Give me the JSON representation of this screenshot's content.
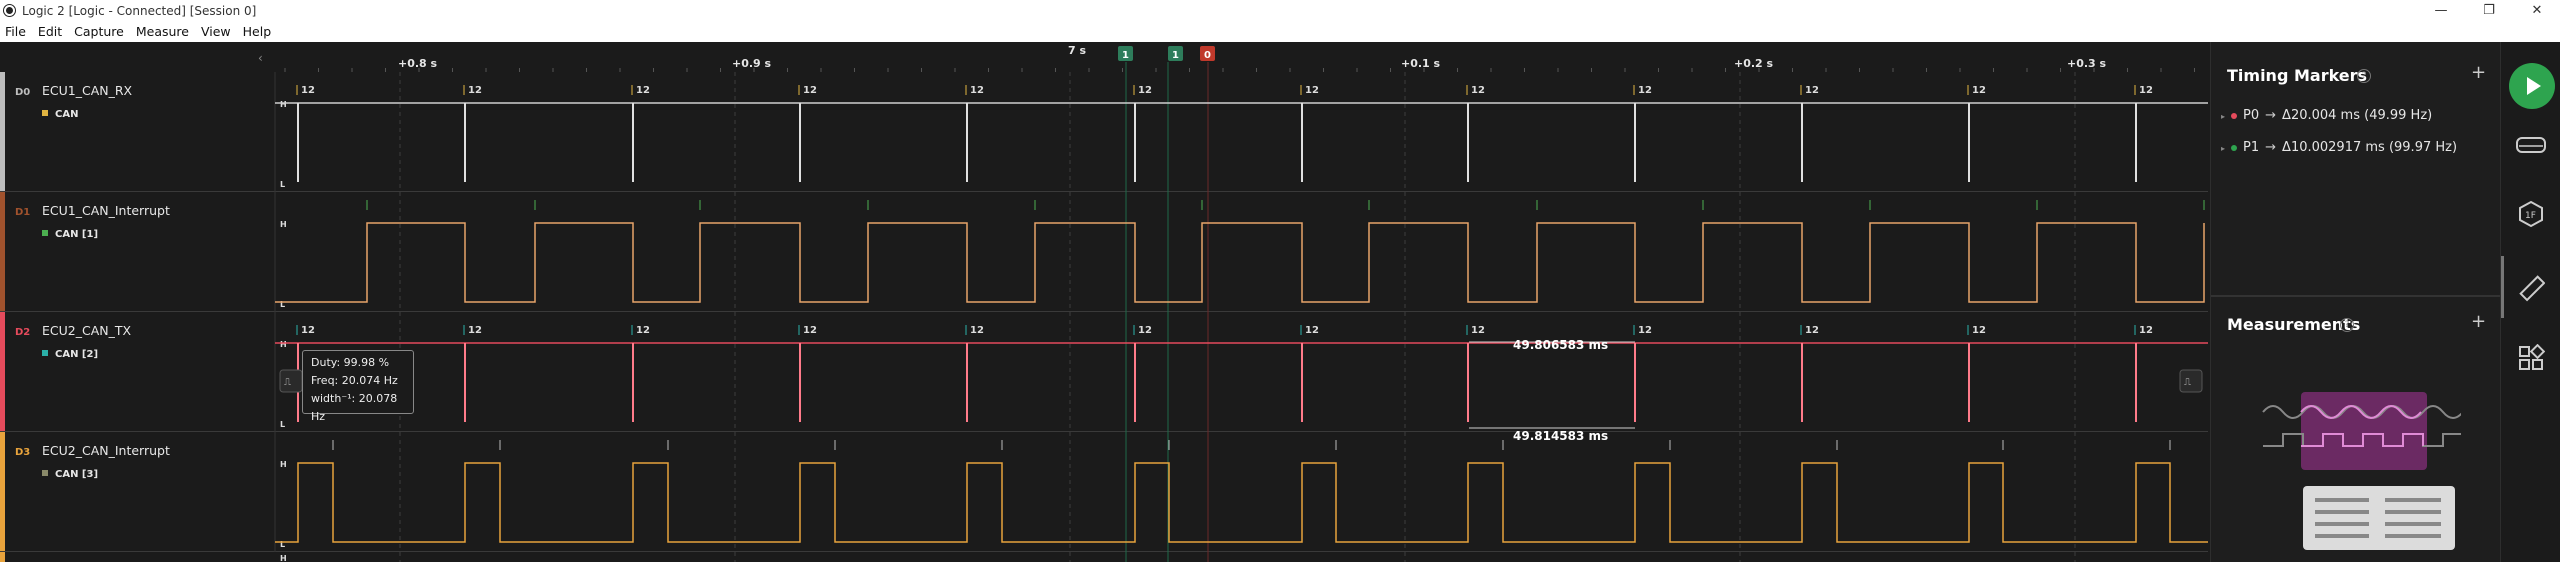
{
  "window": {
    "title": "Logic 2 [Logic - Connected] [Session 0]",
    "minimize": "—",
    "restore": "❐",
    "close": "✕"
  },
  "menu": [
    "File",
    "Edit",
    "Capture",
    "Measure",
    "View",
    "Help"
  ],
  "timeline": {
    "labels": [
      "+0.8 s",
      "+0.9 s",
      "+0.1 s",
      "+0.2 s",
      "+0.3 s"
    ],
    "center_label": "7 s",
    "flags": [
      {
        "text": "1",
        "color": "#2e7d5b"
      },
      {
        "text": "1",
        "color": "#2e7d5b"
      },
      {
        "text": "0",
        "color": "#c0392b"
      }
    ]
  },
  "channels": [
    {
      "num": "D0",
      "name": "ECU1_CAN_RX",
      "analyzer": "CAN",
      "color": "#bdbdbd",
      "analyzer_color": "#e0b441"
    },
    {
      "num": "D1",
      "name": "ECU1_CAN_Interrupt",
      "analyzer": "CAN [1]",
      "color": "#a0522d",
      "analyzer_color": "#4caf50"
    },
    {
      "num": "D2",
      "name": "ECU2_CAN_TX",
      "analyzer": "CAN [2]",
      "color": "#e54b5c",
      "analyzer_color": "#2bb0a8"
    },
    {
      "num": "D3",
      "name": "ECU2_CAN_Interrupt",
      "analyzer": "CAN [3]",
      "color": "#e8a33c",
      "analyzer_color": "#8a8a6a"
    }
  ],
  "levels": {
    "high": "H",
    "low": "L"
  },
  "packet_label": "12",
  "measurements_on_wave": {
    "d2_width": "49.806583 ms",
    "d3_width": "49.814583 ms"
  },
  "tooltip": {
    "duty": "Duty: 99.98 %",
    "freq": "Freq: 20.074 Hz",
    "width": "width⁻¹: 20.078 Hz"
  },
  "right_panel": {
    "timing_title": "Timing Markers",
    "markers": [
      {
        "name": "P0",
        "value": "Δ20.004 ms (49.99 Hz)",
        "color": "#e54b5c"
      },
      {
        "name": "P1",
        "value": "Δ10.002917 ms (99.97 Hz)",
        "color": "#2ea44f"
      }
    ],
    "measurements_title": "Measurements",
    "help": "?",
    "add": "+"
  },
  "sidebar": {
    "play": "start-capture",
    "icons": [
      "device-icon",
      "analyzer-icon",
      "measure-icon",
      "extensions-icon"
    ]
  }
}
